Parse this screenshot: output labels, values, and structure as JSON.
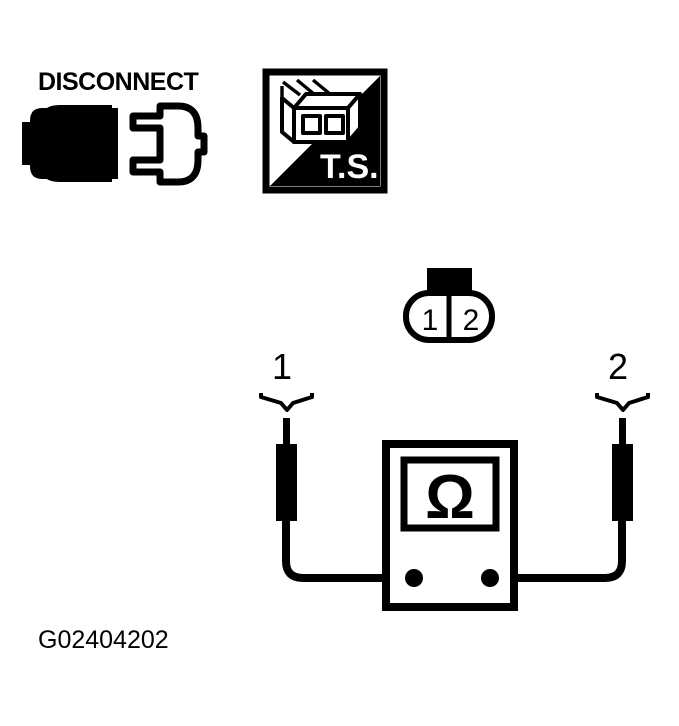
{
  "figure": {
    "caption": "G02404202",
    "background_color": "#ffffff",
    "ink_color": "#000000"
  },
  "icons": {
    "disconnect": {
      "label": "DISCONNECT",
      "name": "disconnect-plug-icon",
      "description": "unplugged connector symbol"
    },
    "ts_box": {
      "label": "T.S.",
      "name": "terminal-side-icon",
      "description": "square split on diagonal, connector drawing upper-left, T.S. lower-right"
    }
  },
  "connector": {
    "name": "two-cavity-connector",
    "cavities": [
      {
        "id": "1",
        "label": "1"
      },
      {
        "id": "2",
        "label": "2"
      }
    ]
  },
  "probes": [
    {
      "id": "probe-1",
      "label": "1",
      "terminal": "1"
    },
    {
      "id": "probe-2",
      "label": "2",
      "terminal": "2"
    }
  ],
  "meter": {
    "name": "ohmmeter",
    "display_symbol": "Ω",
    "terminals": [
      {
        "id": "meter-terminal-left"
      },
      {
        "id": "meter-terminal-right"
      }
    ]
  }
}
